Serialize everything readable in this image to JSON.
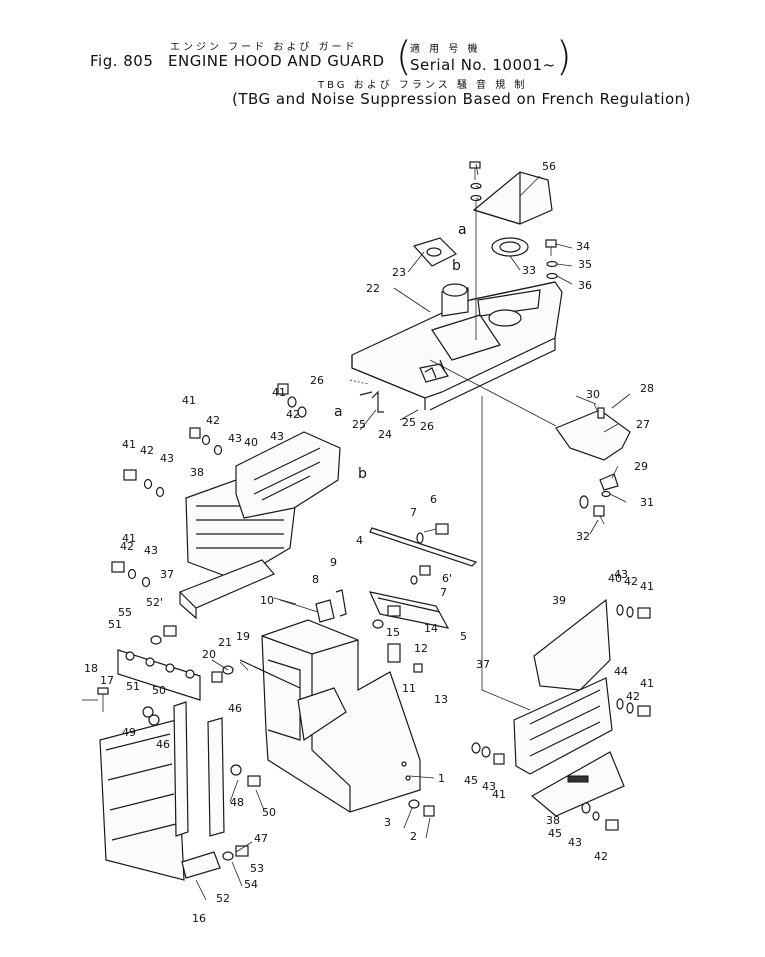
{
  "header": {
    "jp_title": "エンジン フード および ガード",
    "jp_serial": "適 用 号 機",
    "fig_no": "Fig. 805",
    "title": "ENGINE HOOD AND GUARD",
    "serial": "Serial No. 10001~",
    "jp_sub": "TBG および フランス 騒 音 規 制",
    "sub": "(TBG and Noise Suppression Based on French Regulation)"
  },
  "callouts": [
    "1",
    "2",
    "3",
    "4",
    "5",
    "6",
    "6'",
    "7",
    "7",
    "8",
    "9",
    "10",
    "11",
    "12",
    "13",
    "14",
    "15",
    "16",
    "17",
    "18",
    "19",
    "20",
    "21",
    "22",
    "23",
    "24",
    "25",
    "25",
    "26",
    "26",
    "27",
    "28",
    "29",
    "30",
    "31",
    "32",
    "33",
    "34",
    "35",
    "36",
    "37",
    "37",
    "38",
    "38",
    "39",
    "40",
    "40",
    "41",
    "41",
    "41",
    "41",
    "41",
    "41",
    "41",
    "42",
    "42",
    "42",
    "42",
    "42",
    "42",
    "42",
    "43",
    "43",
    "43",
    "43",
    "43",
    "43",
    "43",
    "44",
    "45",
    "45",
    "46",
    "46",
    "47",
    "48",
    "49",
    "50",
    "50",
    "51",
    "51",
    "52",
    "52'",
    "53",
    "54",
    "55",
    "56"
  ],
  "ref_letters": [
    "a",
    "a",
    "b",
    "b"
  ]
}
